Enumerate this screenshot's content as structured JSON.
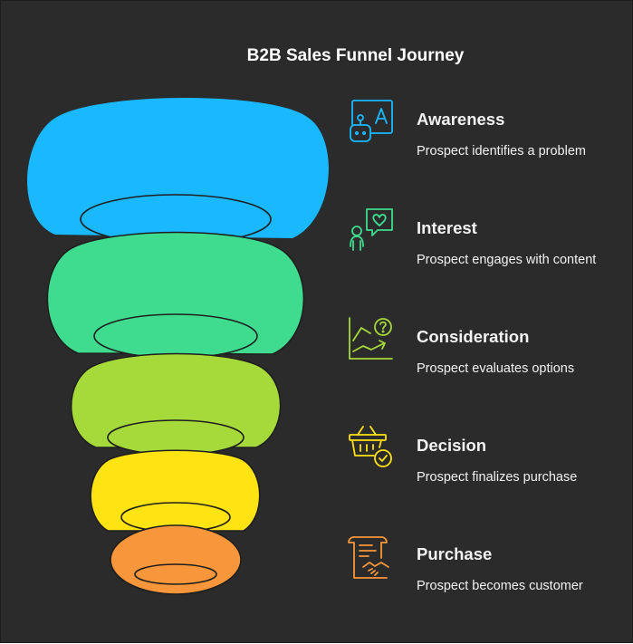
{
  "title": "B2B Sales Funnel Journey",
  "colors": {
    "background": "#2b2b2b",
    "awareness": "#1ab9ff",
    "interest": "#3fdc8f",
    "consideration": "#a6d93a",
    "decision": "#ffe313",
    "purchase": "#f7963a"
  },
  "stages": [
    {
      "label": "Awareness",
      "description": "Prospect identifies a problem",
      "icon": "robot-letter-icon",
      "color": "#1ab9ff"
    },
    {
      "label": "Interest",
      "description": "Prospect engages with content",
      "icon": "person-heart-icon",
      "color": "#3fdc8f"
    },
    {
      "label": "Consideration",
      "description": "Prospect evaluates options",
      "icon": "chart-question-icon",
      "color": "#a6d93a"
    },
    {
      "label": "Decision",
      "description": "Prospect finalizes purchase",
      "icon": "basket-check-icon",
      "color": "#ffe313"
    },
    {
      "label": "Purchase",
      "description": "Prospect becomes customer",
      "icon": "contract-handshake-icon",
      "color": "#f7963a"
    }
  ]
}
